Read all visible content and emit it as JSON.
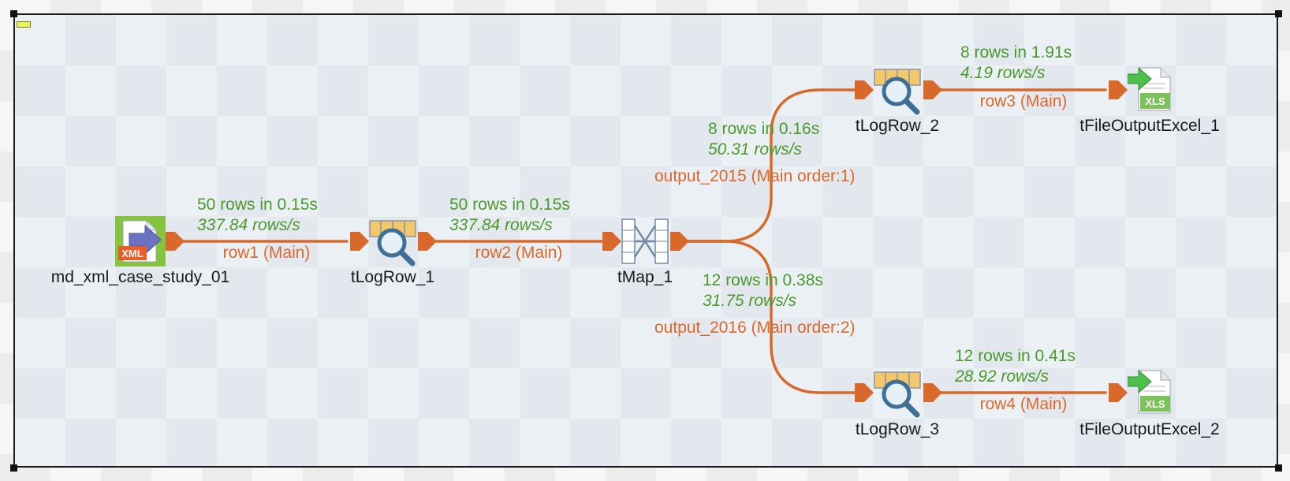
{
  "components": {
    "source": {
      "name": "md_xml_case_study_01",
      "badge": "XML",
      "icon": "xml-input-icon"
    },
    "log1": {
      "name": "tLogRow_1",
      "icon": "log-row-icon"
    },
    "map1": {
      "name": "tMap_1",
      "icon": "tmap-icon"
    },
    "log2": {
      "name": "tLogRow_2",
      "icon": "log-row-icon"
    },
    "log3": {
      "name": "tLogRow_3",
      "icon": "log-row-icon"
    },
    "excel1": {
      "name": "tFileOutputExcel_1",
      "badge": "XLS",
      "icon": "excel-output-icon"
    },
    "excel2": {
      "name": "tFileOutputExcel_2",
      "badge": "XLS",
      "icon": "excel-output-icon"
    }
  },
  "links": {
    "row1": {
      "label": "row1 (Main)",
      "stat": "50 rows in 0.15s",
      "rate": "337.84 rows/s"
    },
    "row2": {
      "label": "row2 (Main)",
      "stat": "50 rows in 0.15s",
      "rate": "337.84 rows/s"
    },
    "output_2015": {
      "label": "output_2015 (Main order:1)",
      "stat": "8 rows in 0.16s",
      "rate": "50.31 rows/s"
    },
    "output_2016": {
      "label": "output_2016 (Main order:2)",
      "stat": "12 rows in 0.38s",
      "rate": "31.75 rows/s"
    },
    "row3": {
      "label": "row3 (Main)",
      "stat": "8 rows in 1.91s",
      "rate": "4.19 rows/s"
    },
    "row4": {
      "label": "row4 (Main)",
      "stat": "12 rows in 0.41s",
      "rate": "28.92 rows/s"
    }
  },
  "colors": {
    "link": "#d8692b",
    "stats": "#4a9a2c",
    "canvas_bg": "#ebf0f4",
    "border": "#1c1c1c"
  }
}
